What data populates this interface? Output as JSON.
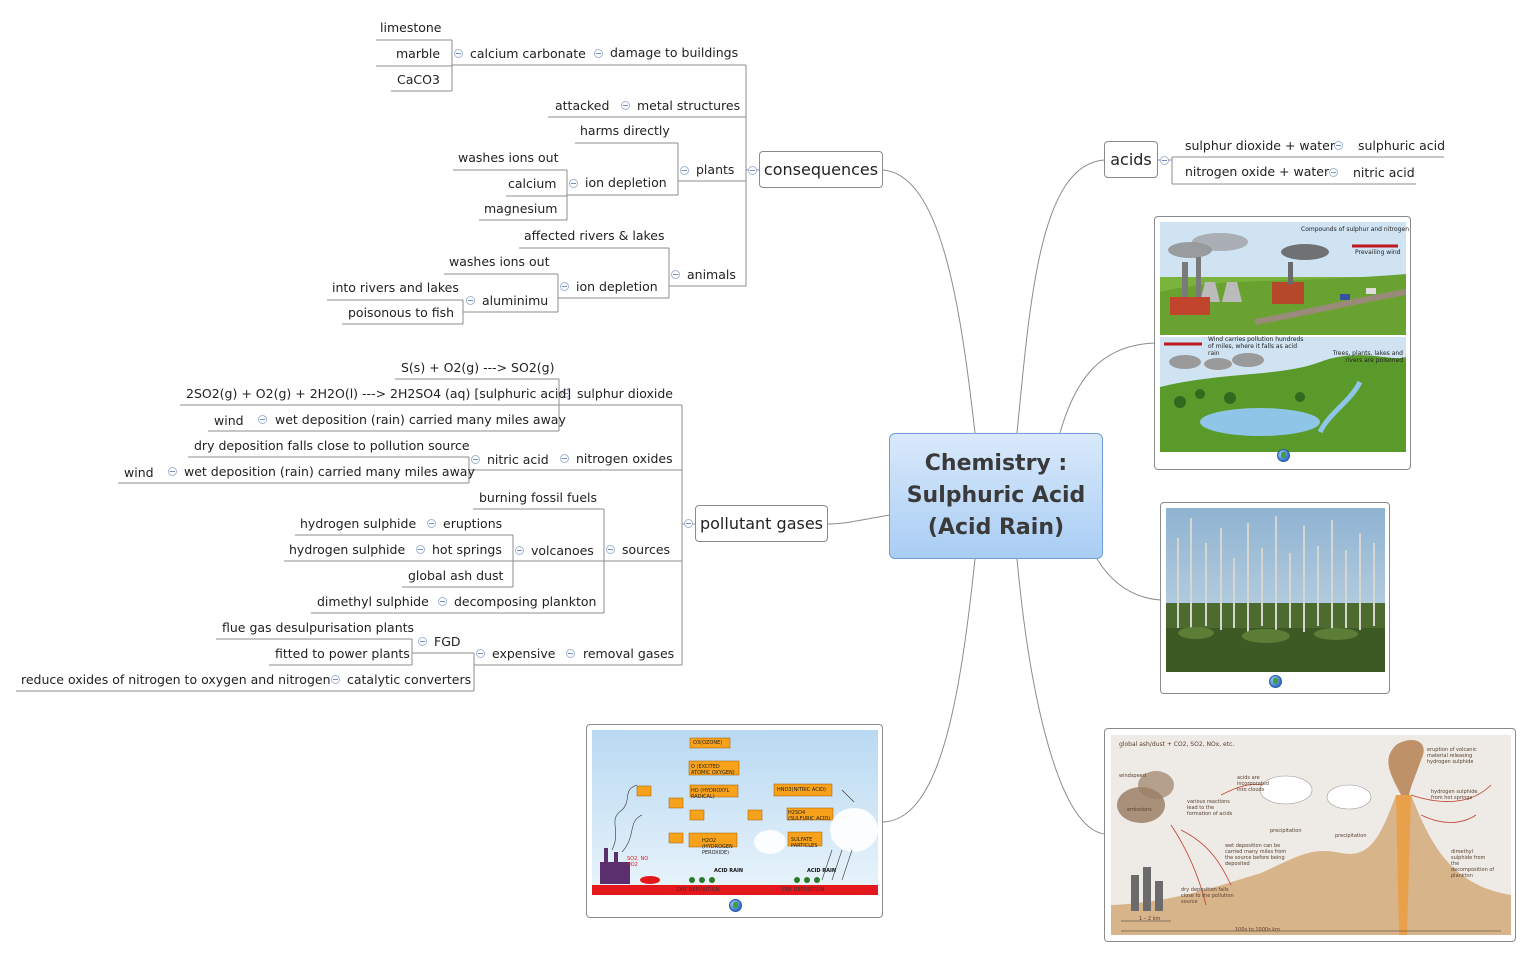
{
  "central": {
    "line1": "Chemistry :",
    "line2": "Sulphuric Acid",
    "line3": "(Acid Rain)"
  },
  "consequences": {
    "label": "consequences",
    "damage": {
      "label": "damage to buildings",
      "calcium_carbonate": "calcium carbonate",
      "items": [
        "limestone",
        "marble",
        "CaCO3"
      ]
    },
    "metal": {
      "label": "metal structures",
      "attacked": "attacked"
    },
    "plants": {
      "label": "plants",
      "harms": "harms directly",
      "ion_depletion": "ion depletion",
      "items": [
        "washes ions out",
        "calcium",
        "magnesium"
      ]
    },
    "animals": {
      "label": "animals",
      "affected": "affected rivers & lakes",
      "ion_depletion": "ion depletion",
      "washes": "washes ions out",
      "aluminimu": "aluminimu",
      "items": [
        "into rivers and lakes",
        "poisonous to fish"
      ]
    }
  },
  "pollutant": {
    "label": "pollutant gases",
    "sulphur_dioxide": {
      "label": "sulphur dioxide",
      "eq1": "S(s) + O2(g) ---> SO2(g)",
      "eq2": "2SO2(g) + O2(g) + 2H2O(l) ---> 2H2SO4 (aq) [sulphuric acid]",
      "wet": "wet deposition (rain) carried many miles away",
      "wind": "wind"
    },
    "nitrogen_oxides": {
      "label": "nitrogen oxides",
      "nitric_acid": "nitric acid",
      "dry": "dry deposition falls close to pollution source",
      "wet": "wet deposition (rain) carried many miles away",
      "wind": "wind"
    },
    "sources": {
      "label": "sources",
      "burning": "burning fossil fuels",
      "volcanoes": "volcanoes",
      "eruptions": "eruptions",
      "hot_springs": "hot springs",
      "hs1": "hydrogen sulphide",
      "hs2": "hydrogen sulphide",
      "ash": "global ash dust",
      "plankton": "decomposing plankton",
      "dms": "dimethyl sulphide"
    },
    "removal": {
      "label": "removal gases",
      "expensive": "expensive",
      "fgd": "FGD",
      "fgd_plants": "flue gas desulpurisation plants",
      "fitted": "fitted to power plants",
      "catalytic": "catalytic converters",
      "reduce": "reduce oxides of nitrogen to oxygen and nitrogen"
    }
  },
  "acids": {
    "label": "acids",
    "row1": {
      "left": "sulphur dioxide + water",
      "right": "sulphuric acid"
    },
    "row2": {
      "left": "nitrogen oxide + water",
      "right": "nitric acid"
    }
  },
  "image1": {
    "compounds": "Compounds of sulphur and nitrogen",
    "prevailing": "Prevailing wind",
    "wind_carries": "Wind carries pollution hundreds of miles, where it falls as acid rain",
    "trees": "Trees, plants, lakes and rivers are poisoned"
  },
  "image3": {
    "ozone": "O3(OZONE)",
    "excited": "O (EXCITED ATOMIC OXYGEN)",
    "ho": "HO (HYDROXYL RADICAL)",
    "hno3": "HNO3(NITRIC ACID)",
    "h2so4": "H2SO4 (SULFURIC ACID)",
    "h2o2": "H2O2 (HYDROGEN PEROXIDE)",
    "sulfate": "SULFATE PARTICLES",
    "acid_rain": "ACID RAIN",
    "dry_dep": "DRY DEPOSITION",
    "so2no": "SO2, NO NO2"
  },
  "image4": {
    "global": "global ash/dust + CO2, SO2, NOx, etc.",
    "windspeed": "windspeed",
    "emissions": "emissions",
    "reactions": "various reactions lead to the formation of acids",
    "incorporated": "acids are incorporated into clouds",
    "precipitation": "precipitation",
    "wet": "wet deposition can be carried many miles from the source before being deposited",
    "dry": "dry deposition falls close to the pollution source",
    "eruption": "eruption of volcanic material releasing hydrogen sulphide",
    "hot_springs": "hydrogen sulphide from hot springs",
    "dms": "dimethyl sulphide from the decomposition of plankton",
    "km1": "1 – 2 km",
    "km2": "100s to 1000s km"
  },
  "colors": {
    "line": "#8c8c8c",
    "central_top": "#d9e9fb",
    "central_bottom": "#a9cdf4",
    "collapse": "#6d8fc4"
  }
}
